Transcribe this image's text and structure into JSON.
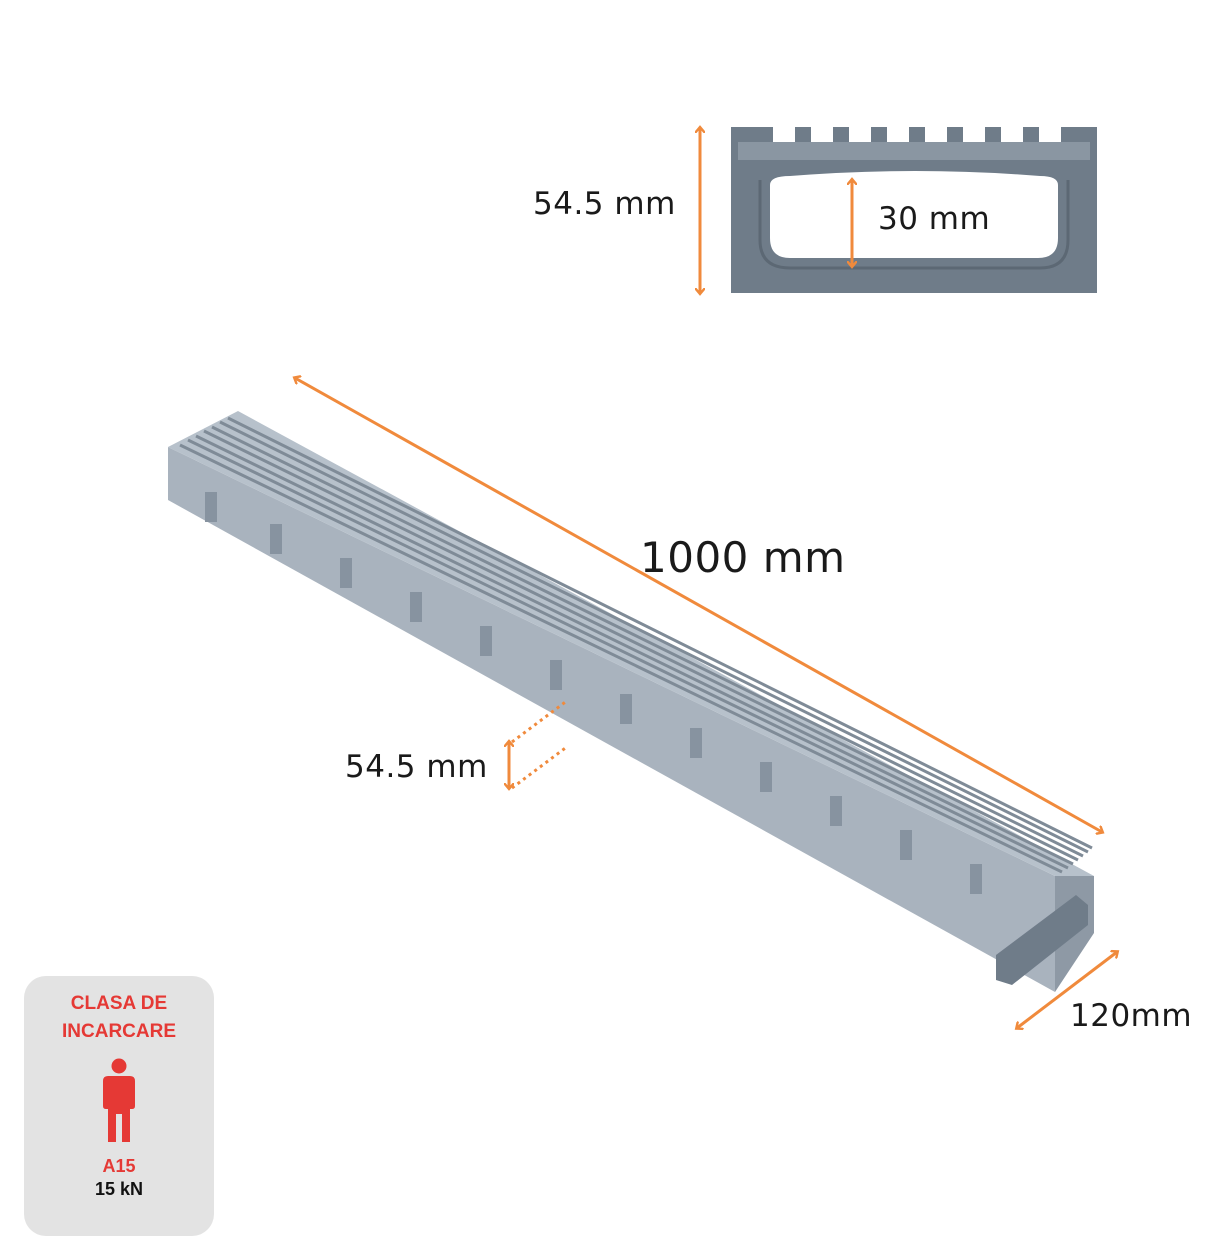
{
  "dimensions": {
    "cross_section_height": "54.5 mm",
    "cross_section_inner_depth": "30 mm",
    "length": "1000 mm",
    "side_height": "54.5 mm",
    "width": "120mm"
  },
  "load_badge": {
    "title_line1": "CLASA DE",
    "title_line2": "INCARCARE",
    "icon": "person-icon",
    "class": "A15",
    "load": "15 kN"
  },
  "colors": {
    "arrow": "#f08a3c",
    "channel_dark": "#6f7c89",
    "channel_light": "#aab4bf",
    "badge_red": "#e53935",
    "badge_bg": "#e3e3e3"
  }
}
